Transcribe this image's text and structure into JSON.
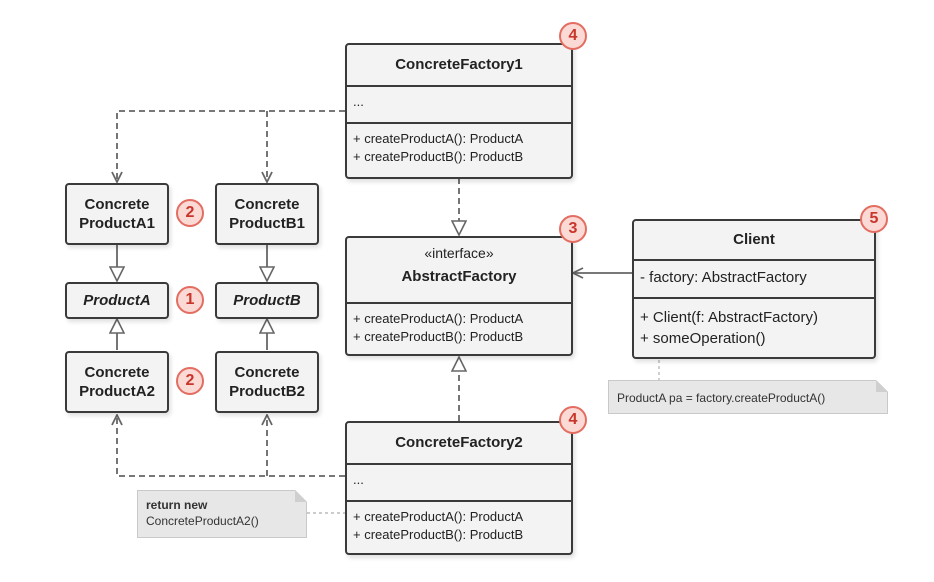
{
  "concrete_factory_1": {
    "name": "ConcreteFactory1",
    "fields": "...",
    "methods": [
      "+ createProductA(): ProductA",
      "+ createProductB(): ProductB"
    ],
    "badge": "4"
  },
  "concrete_factory_2": {
    "name": "ConcreteFactory2",
    "fields": "...",
    "methods": [
      "+ createProductA(): ProductA",
      "+ createProductB(): ProductB"
    ],
    "badge": "4"
  },
  "abstract_factory": {
    "stereotype": "«interface»",
    "name": "AbstractFactory",
    "methods": [
      "+ createProductA(): ProductA",
      "+ createProductB(): ProductB"
    ],
    "badge": "3"
  },
  "client": {
    "name": "Client",
    "fields": "- factory: AbstractFactory",
    "methods": [
      "+ Client(f: AbstractFactory)",
      "+ someOperation()"
    ],
    "badge": "5"
  },
  "products": {
    "concrete_a1": [
      "Concrete",
      "ProductA1"
    ],
    "concrete_b1": [
      "Concrete",
      "ProductB1"
    ],
    "product_a": "ProductA",
    "product_b": "ProductB",
    "concrete_a2": [
      "Concrete",
      "ProductA2"
    ],
    "concrete_b2": [
      "Concrete",
      "ProductB2"
    ],
    "badge_a1": "2",
    "badge_a": "1",
    "badge_a2": "2"
  },
  "notes": {
    "client_note": "ProductA pa = factory.createProductA()",
    "factory2_note_line1": "return new",
    "factory2_note_line2": "ConcreteProductA2()"
  },
  "colors": {
    "border": "#3a3a3a",
    "box_fill": "#f3f3f3",
    "badge_fill": "#fbd9d5",
    "badge_text": "#c8352a",
    "wire": "#666666"
  }
}
